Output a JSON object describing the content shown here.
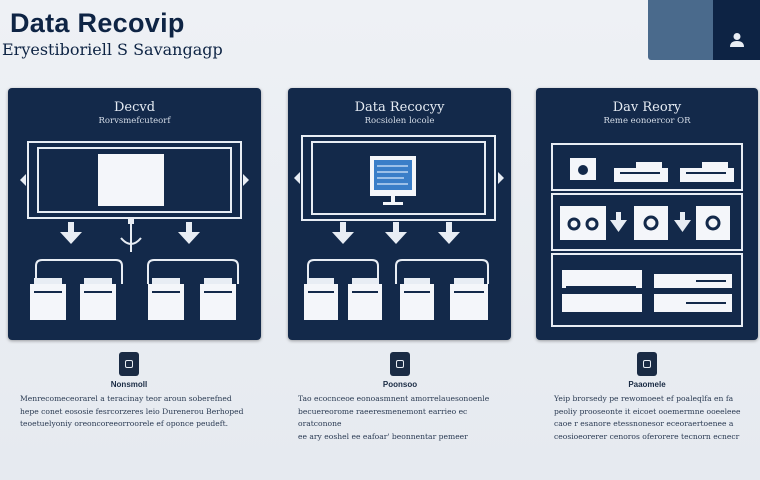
{
  "header": {
    "title": "Data Recovip",
    "subtitle": "Eryestiboriell S Savangagp"
  },
  "panels": [
    {
      "title": "Decvd",
      "subtitle": "Rorvsmefcuteorf",
      "badge_label": "Nonsmoll",
      "text_lines": [
        "Menrecomeceorarel a teracinay teor aroun soberefned",
        "hepe conet eososie fesrcorzeres leio Durenerou Berhoped",
        "teoetuelyoniy oreoncoreeorroorele ef oponce peudeft."
      ]
    },
    {
      "title": "Data Recocyy",
      "subtitle": "Rocsiolen locole",
      "badge_label": "Poonsoo",
      "text_lines": [
        "Tao ecocnceoe eonoasmnent amorrelauesonoenle",
        "becuereorome raeeresmenemont earrieo ec oratconone",
        "ee ary eoshel ee eafoar' beonnentar pemeer"
      ]
    },
    {
      "title": "Dav Reory",
      "subtitle": "Reme eonoercor OR",
      "badge_label": "Paaomele",
      "text_lines": [
        "Yeip brorsedy pe rewomoeet ef poaleqlfa en fa",
        "peoliy prooseonte it eicoet ooemermne ooeeleee",
        "caoe r esanore etessnonesor eceoraertoenee a",
        "ceosioeorerer cenoros oferorere tecnorn ecnecr"
      ]
    }
  ],
  "colors": {
    "panel_bg": "#13294a",
    "accent": "#4a6a8c",
    "page_bg": "#eef1f5"
  }
}
